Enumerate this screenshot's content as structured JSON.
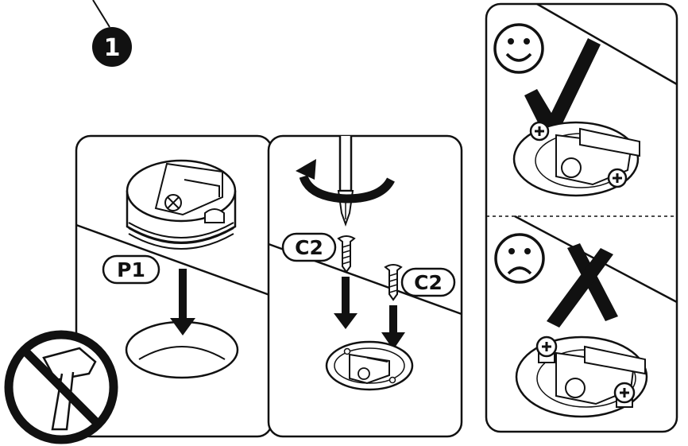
{
  "step": {
    "number": "1"
  },
  "parts": {
    "p1": "P1",
    "c2_left": "C2",
    "c2_right": "C2"
  }
}
